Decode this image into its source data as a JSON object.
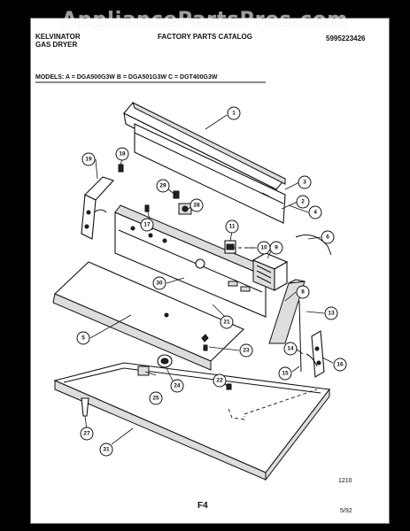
{
  "watermark": "AppliancePartsPros.com",
  "header": {
    "brand": "KELVINATOR",
    "product": "GAS DRYER",
    "catalog_title": "FACTORY PARTS CATALOG",
    "catalog_number": "5995223426"
  },
  "models_line": "MODELS:  A = DGA500G3W    B = DGA501G3W    C = DGT400G3W",
  "footer": {
    "code": "1210",
    "page_label": "F4",
    "date": "5/92"
  },
  "callouts": [
    {
      "id": "c1",
      "label": "1"
    },
    {
      "id": "c2",
      "label": "2"
    },
    {
      "id": "c3",
      "label": "3"
    },
    {
      "id": "c4",
      "label": "4"
    },
    {
      "id": "c5",
      "label": "5"
    },
    {
      "id": "c6",
      "label": "6"
    },
    {
      "id": "c8",
      "label": "8"
    },
    {
      "id": "c9",
      "label": "9"
    },
    {
      "id": "c10",
      "label": "10"
    },
    {
      "id": "c11",
      "label": "11"
    },
    {
      "id": "c13",
      "label": "13"
    },
    {
      "id": "c14",
      "label": "14"
    },
    {
      "id": "c15",
      "label": "15"
    },
    {
      "id": "c16",
      "label": "16"
    },
    {
      "id": "c17",
      "label": "17"
    },
    {
      "id": "c18",
      "label": "18"
    },
    {
      "id": "c19",
      "label": "19"
    },
    {
      "id": "c21",
      "label": "21"
    },
    {
      "id": "c22",
      "label": "22"
    },
    {
      "id": "c23",
      "label": "23"
    },
    {
      "id": "c24",
      "label": "24"
    },
    {
      "id": "c25",
      "label": "25"
    },
    {
      "id": "c27",
      "label": "27"
    },
    {
      "id": "c28",
      "label": "28"
    },
    {
      "id": "c29",
      "label": "29"
    },
    {
      "id": "c30",
      "label": "30"
    },
    {
      "id": "c31",
      "label": "31"
    }
  ]
}
